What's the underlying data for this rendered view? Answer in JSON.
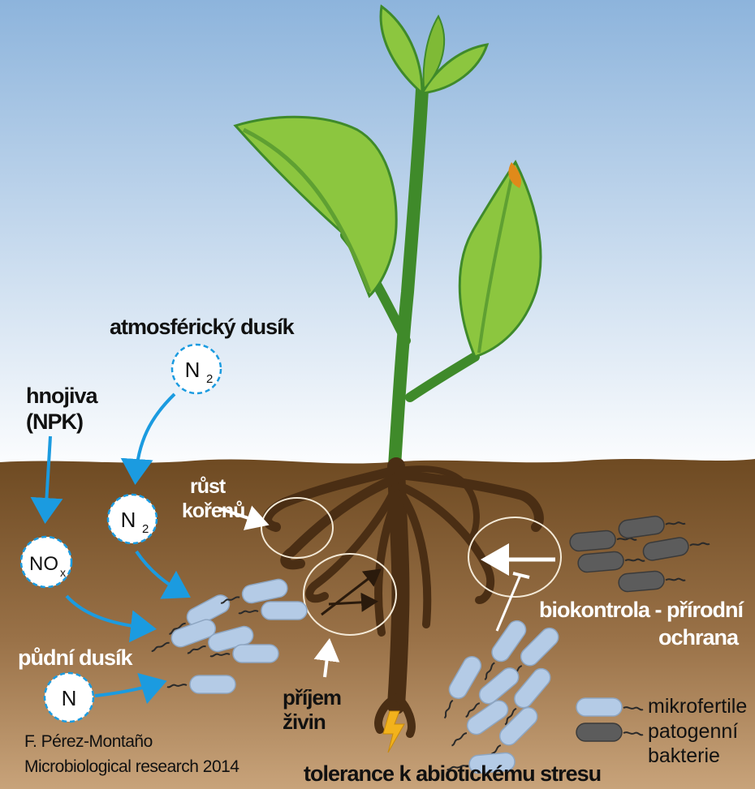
{
  "labels": {
    "atmospheric_nitrogen": "atmosférický dusík",
    "fertilizers_line1": "hnojiva",
    "fertilizers_line2": "(NPK)",
    "root_growth_line1": "růst",
    "root_growth_line2": "kořenů",
    "soil_nitrogen": "půdní dusík",
    "nutrient_uptake_line1": "příjem",
    "nutrient_uptake_line2": "živin",
    "biocontrol_line1": "biokontrola - přírodní",
    "biocontrol_line2": "ochrana",
    "stress_tolerance": "tolerance k abiotickému stresu"
  },
  "molecules": {
    "n2_air": {
      "main": "N",
      "sub": "2"
    },
    "n2_soil": {
      "main": "N",
      "sub": "2"
    },
    "nox": {
      "main": "NO",
      "sub": "x"
    },
    "n_soil": {
      "main": "N"
    }
  },
  "legend": {
    "beneficial": "mikrofertile",
    "pathogenic_line1": "patogenní",
    "pathogenic_line2": "bakterie"
  },
  "credit": {
    "author": "F. Pérez-Montaño",
    "source": "Microbiological  research 2014"
  },
  "colors": {
    "sky_top": "#8db4dc",
    "sky_bottom": "#ffffff",
    "soil_top": "#6e4a22",
    "soil_bottom": "#c8a37a",
    "arrow_blue": "#1b9be0",
    "leaf_green": "#8cc63f",
    "stem_green": "#3f8a2a",
    "root_brown": "#4a2e14",
    "beneficial_bacteria": "#b4cbe6",
    "pathogenic_bacteria": "#5a5a5a",
    "lightning": "#f2b21c"
  }
}
